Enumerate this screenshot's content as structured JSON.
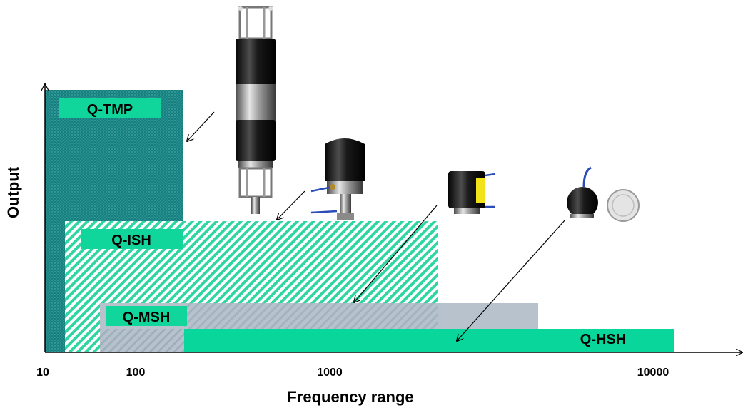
{
  "axes": {
    "x_label": "Frequency range",
    "y_label": "Output",
    "x_ticks": [
      "10",
      "100",
      "1000",
      "10000"
    ]
  },
  "products": [
    {
      "label": "Q-TMP",
      "image_icon": "q-tmp-sensor-icon"
    },
    {
      "label": "Q-ISH",
      "image_icon": "q-ish-sensor-icon"
    },
    {
      "label": "Q-MSH",
      "image_icon": "q-msh-sensor-icon"
    },
    {
      "label": "Q-HSH",
      "image_icon": "q-hsh-sensor-icon"
    }
  ],
  "colors": {
    "teal_dark": "#147f80",
    "teal_mint": "#2fd6a1",
    "green_hsh": "#08d69a",
    "gray_msh": "#b7c2cc",
    "label_box": "#10d69b",
    "axis": "#000000"
  }
}
